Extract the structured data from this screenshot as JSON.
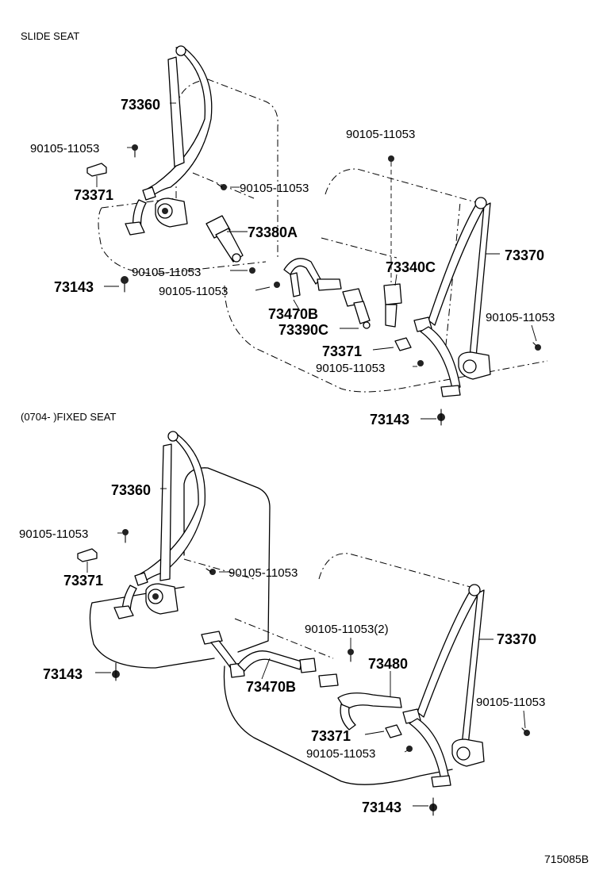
{
  "sections": {
    "slide_title": "SLIDE SEAT",
    "fixed_title": "(0704-    )FIXED SEAT"
  },
  "labels": {
    "slide": {
      "p73360": "73360",
      "bolt_a": "90105-11053",
      "p73371_a": "73371",
      "bolt_b": "90105-11053",
      "p73380a": "73380A",
      "bolt_c": "90105-11053",
      "p73143_a": "73143",
      "bolt_d": "90105-11053",
      "p73470b": "73470B",
      "p73390c": "73390C",
      "bolt_e": "90105-11053",
      "p73340c": "73340C",
      "p73370": "73370",
      "bolt_f": "90105-11053",
      "p73371_b": "73371",
      "bolt_g": "90105-11053",
      "p73143_b": "73143"
    },
    "fixed": {
      "p73360": "73360",
      "bolt_a": "90105-11053",
      "p73371_a": "73371",
      "bolt_b": "90105-11053",
      "p73143_a": "73143",
      "p73470b": "73470B",
      "bolt_c": "90105-11053(2)",
      "p73480": "73480",
      "p73370": "73370",
      "bolt_d": "90105-11053",
      "p73371_b": "73371",
      "bolt_e": "90105-11053",
      "p73143_b": "73143"
    }
  },
  "reference_code": "715085B"
}
